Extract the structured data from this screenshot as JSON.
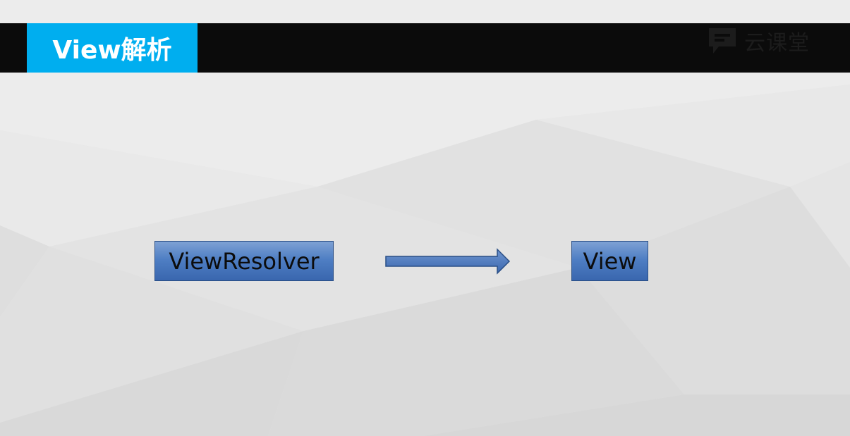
{
  "header": {
    "title": "View解析",
    "logo_text": "云课堂"
  },
  "diagram": {
    "nodes": [
      {
        "id": "viewresolver",
        "label": "ViewResolver"
      },
      {
        "id": "view",
        "label": "View"
      }
    ],
    "edges": [
      {
        "from": "viewresolver",
        "to": "view",
        "type": "arrow"
      }
    ]
  },
  "colors": {
    "header_bar": "#0b0b0b",
    "title_accent": "#00aeef",
    "node_fill": "#4f7fc4",
    "node_border": "#2a4f86",
    "arrow_fill": "#4a78bf"
  },
  "icons": {
    "logo": "chat-bubble-icon"
  }
}
